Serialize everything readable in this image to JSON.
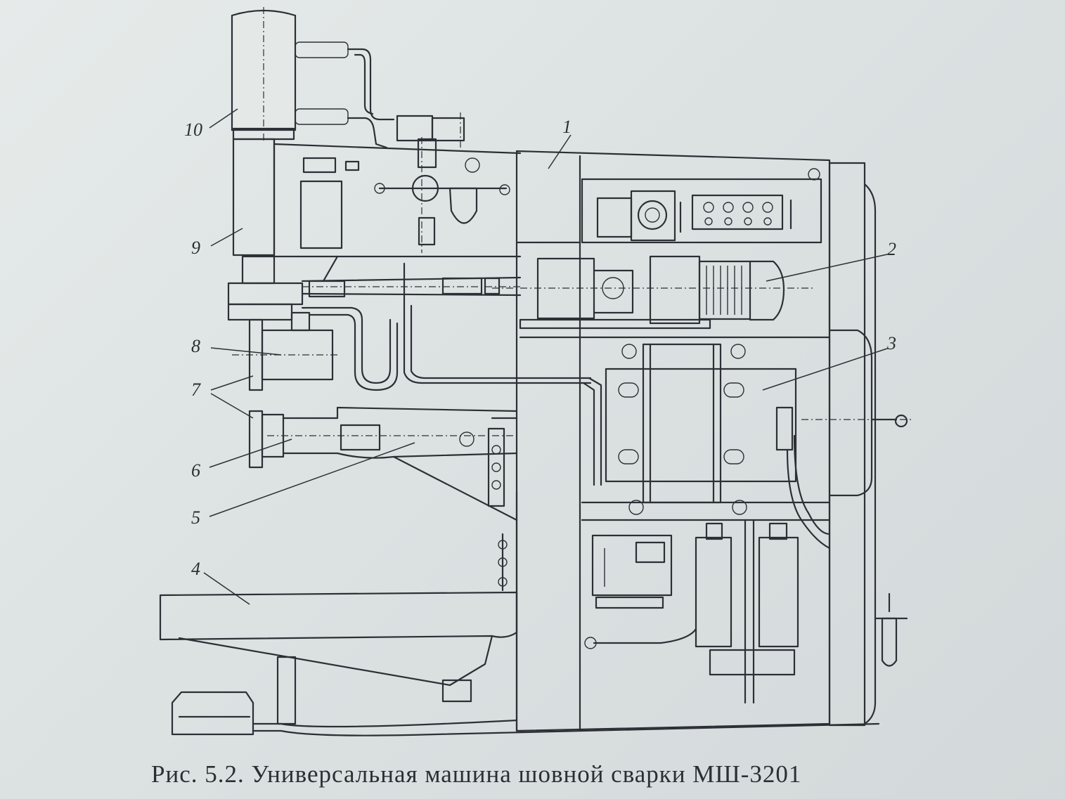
{
  "caption": "Рис. 5.2. Универсальная машина шовной сварки МШ-3201",
  "labels": {
    "l1": "1",
    "l2": "2",
    "l3": "3",
    "l4": "4",
    "l5": "5",
    "l6": "6",
    "l7": "7",
    "l8": "8",
    "l9": "9",
    "l10": "10"
  }
}
